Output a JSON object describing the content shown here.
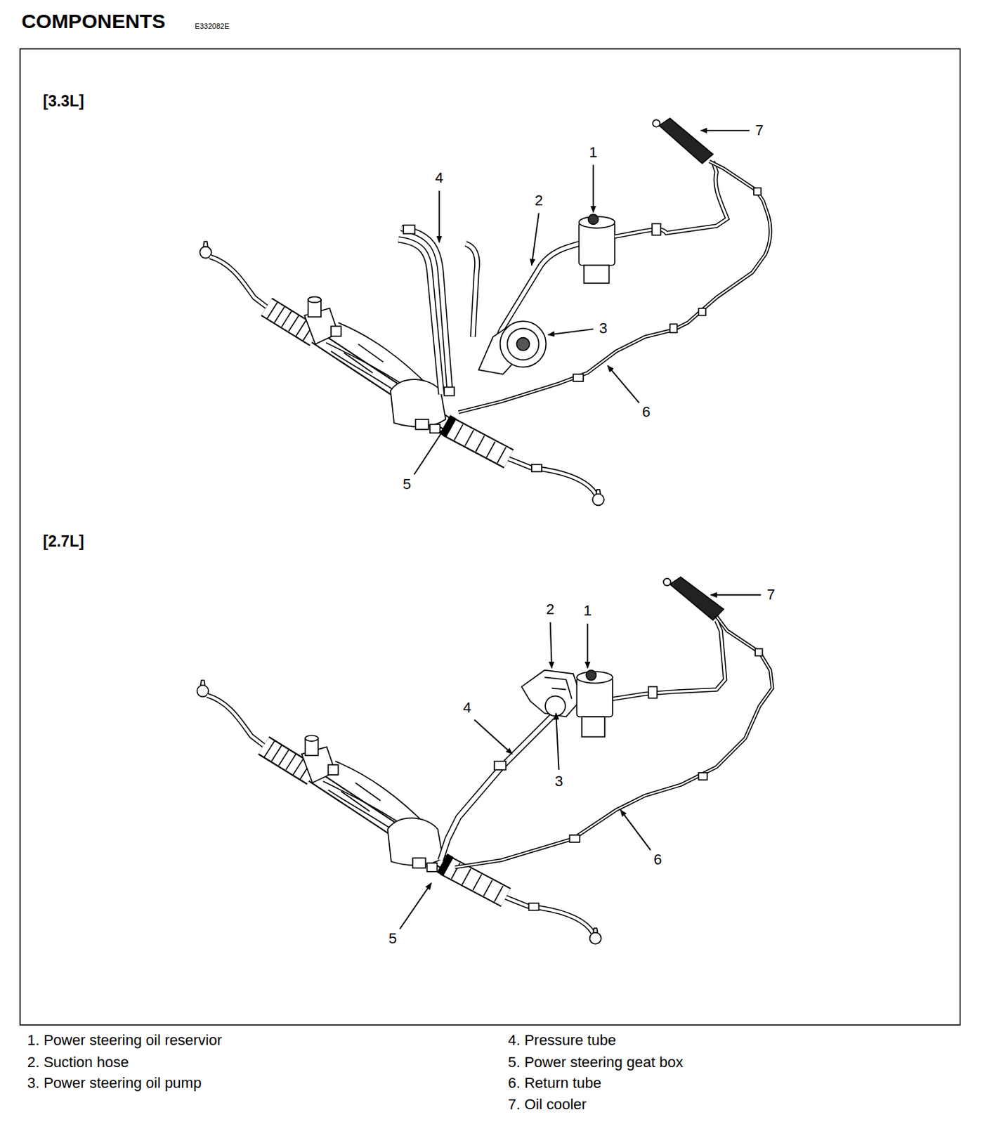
{
  "diagram": {
    "title": "COMPONENTS",
    "labels": [
      "E332082E",
      "[3.3L]",
      "1",
      "2",
      "3",
      "4",
      "5",
      "6",
      "7",
      "[2.7L]",
      "1",
      "2",
      "3",
      "4",
      "5",
      "6",
      "7",
      "1. Power steering oil reservior",
      "2. Suction hose",
      "3. Power steering oil pump",
      "4. Pressure tube",
      "5. Power steering geat box",
      "6. Return tube",
      "7. Oil cooler"
    ]
  }
}
